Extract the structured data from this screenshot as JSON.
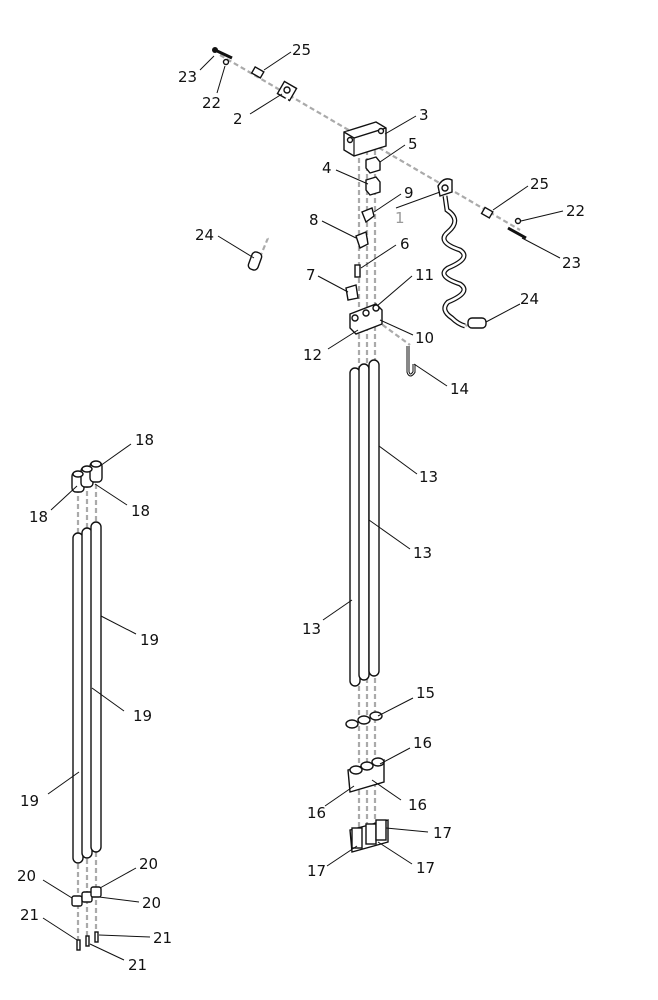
{
  "labels": {
    "l1": "1",
    "l2": "2",
    "l3": "3",
    "l4": "4",
    "l5": "5",
    "l6": "6",
    "l7": "7",
    "l8": "8",
    "l9": "9",
    "l10": "10",
    "l11": "11",
    "l12": "12",
    "l13": "13",
    "l14": "14",
    "l15": "15",
    "l16": "16",
    "l17": "17",
    "l18": "18",
    "l19": "19",
    "l20": "20",
    "l21": "21",
    "l22": "22",
    "l23": "23",
    "l24": "24",
    "l25": "25"
  },
  "colors": {
    "ink": "#111111",
    "dashed_axis": "#aaaaaa",
    "gray_label": "#999999"
  }
}
